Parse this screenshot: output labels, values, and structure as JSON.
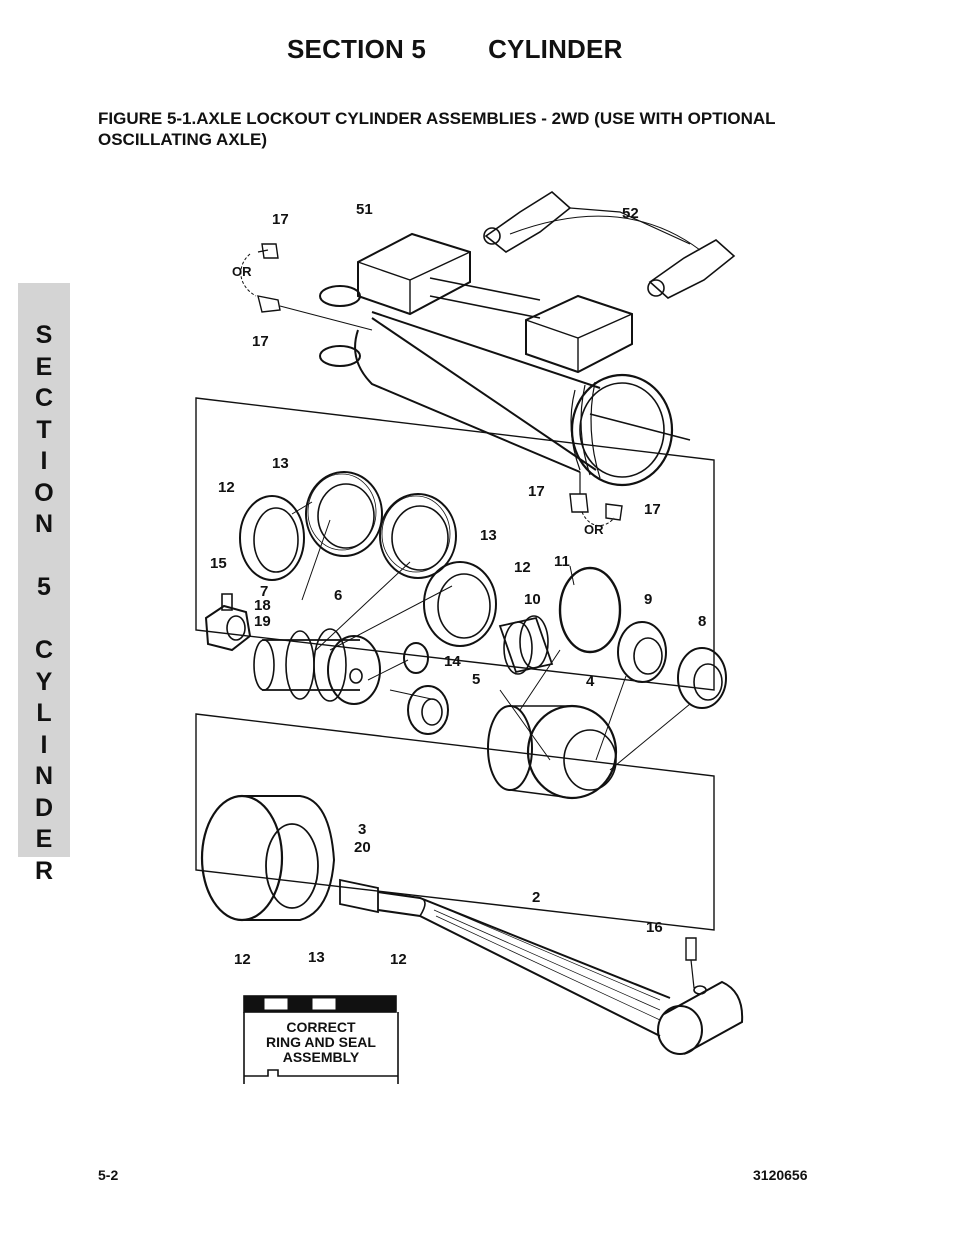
{
  "header": {
    "section": "SECTION 5",
    "topic": "CYLINDER"
  },
  "figure": {
    "title": "FIGURE 5-1.AXLE LOCKOUT CYLINDER ASSEMBLIES - 2WD (USE WITH OPTIONAL OSCILLATING AXLE)"
  },
  "side_tab": {
    "text": "S\nE\nC\nT\nI\nO\nN\n \n5\n \nC\nY\nL\nI\nN\nD\nE\nR"
  },
  "callouts": {
    "c51": "51",
    "c52": "52",
    "c17a": "17",
    "or1": "OR",
    "c17b": "17",
    "c13a": "13",
    "c12a": "12",
    "c17c": "17",
    "c17d": "17",
    "or2": "OR",
    "c13b": "13",
    "c12b": "12",
    "c11": "11",
    "c15": "15",
    "c7": "7",
    "c18": "18",
    "c19": "19",
    "c6": "6",
    "c10": "10",
    "c9": "9",
    "c8": "8",
    "c14": "14",
    "c5": "5",
    "c4": "4",
    "c3": "3",
    "c20": "20",
    "c2": "2",
    "c16": "16",
    "c12c": "12",
    "c13c": "13",
    "c12d": "12"
  },
  "inset": {
    "line1": "CORRECT",
    "line2": "RING AND SEAL",
    "line3": "ASSEMBLY"
  },
  "footer": {
    "page": "5-2",
    "doc_number": "3120656"
  }
}
